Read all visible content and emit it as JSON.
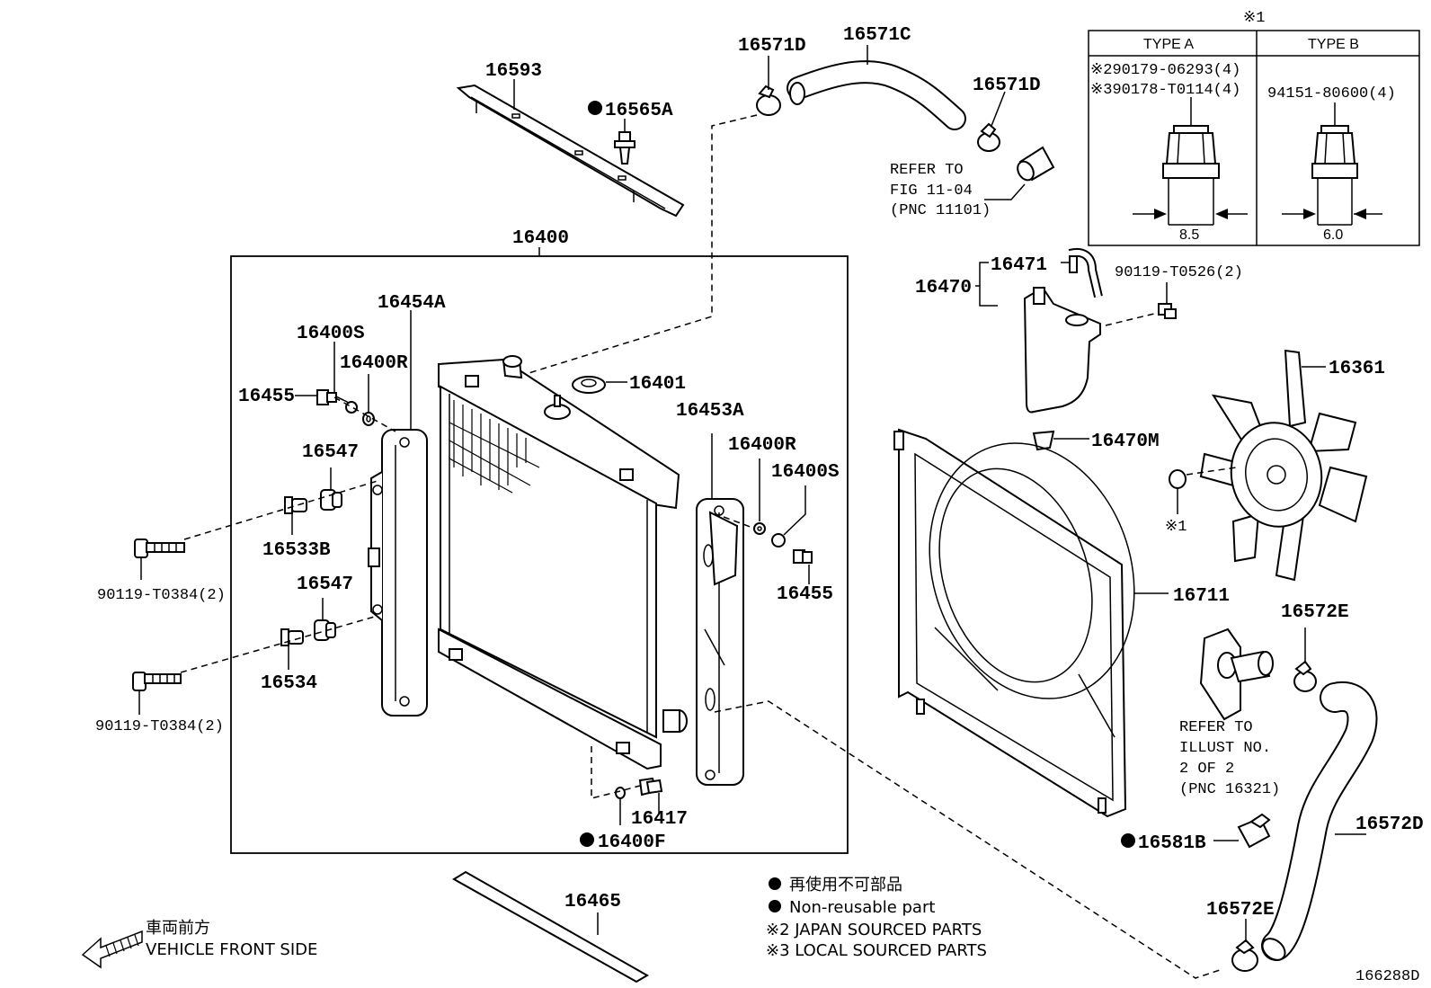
{
  "parts": {
    "p16593": "16593",
    "p16565A": "16565A",
    "p16571D_top": "16571D",
    "p16571C": "16571C",
    "p16571D_right": "16571D",
    "refer_fig_line1": "REFER TO",
    "refer_fig_line2": "FIG 11-04",
    "refer_fig_line3": "(PNC 11101)",
    "p16400": "16400",
    "p16454A": "16454A",
    "p16400S_left": "16400S",
    "p16400R_left": "16400R",
    "p16455_left": "16455",
    "p16401": "16401",
    "p16547_top": "16547",
    "p16533B": "16533B",
    "p90119_T0384_top": "90119-T0384(2)",
    "p16547_bottom": "16547",
    "p16534": "16534",
    "p90119_T0384_bottom": "90119-T0384(2)",
    "p16453A": "16453A",
    "p16400R_right": "16400R",
    "p16400S_right": "16400S",
    "p16455_right": "16455",
    "p16417": "16417",
    "p16400F": "16400F",
    "p16465": "16465",
    "p16470": "16470",
    "p16471": "16471",
    "p90119_T0526": "90119-T0526(2)",
    "p16470M": "16470M",
    "p16361": "16361",
    "note1_mark": "※1",
    "p16711": "16711",
    "p16572E_top": "16572E",
    "refer_illust_line1": "REFER TO",
    "refer_illust_line2": "ILLUST NO.",
    "refer_illust_line3": "2 OF 2",
    "refer_illust_line4": "(PNC 16321)",
    "p16572D": "16572D",
    "p16581B": "16581B",
    "p16572E_bottom": "16572E"
  },
  "table": {
    "note_mark": "※1",
    "type_a": "TYPE A",
    "type_b": "TYPE B",
    "a_row1": "※290179-06293(4)",
    "a_row2": "※390178-T0114(4)",
    "b_row1": "94151-80600(4)",
    "a_dim": "8.5",
    "b_dim": "6.0"
  },
  "legend": {
    "jp": "再使用不可部品",
    "en": "Non-reusable part",
    "note2": "※2 JAPAN SOURCED PARTS",
    "note3": "※3 LOCAL SOURCED PARTS"
  },
  "direction": {
    "jp": "車両前方",
    "en": "VEHICLE FRONT SIDE"
  },
  "figure_id": "166288D"
}
